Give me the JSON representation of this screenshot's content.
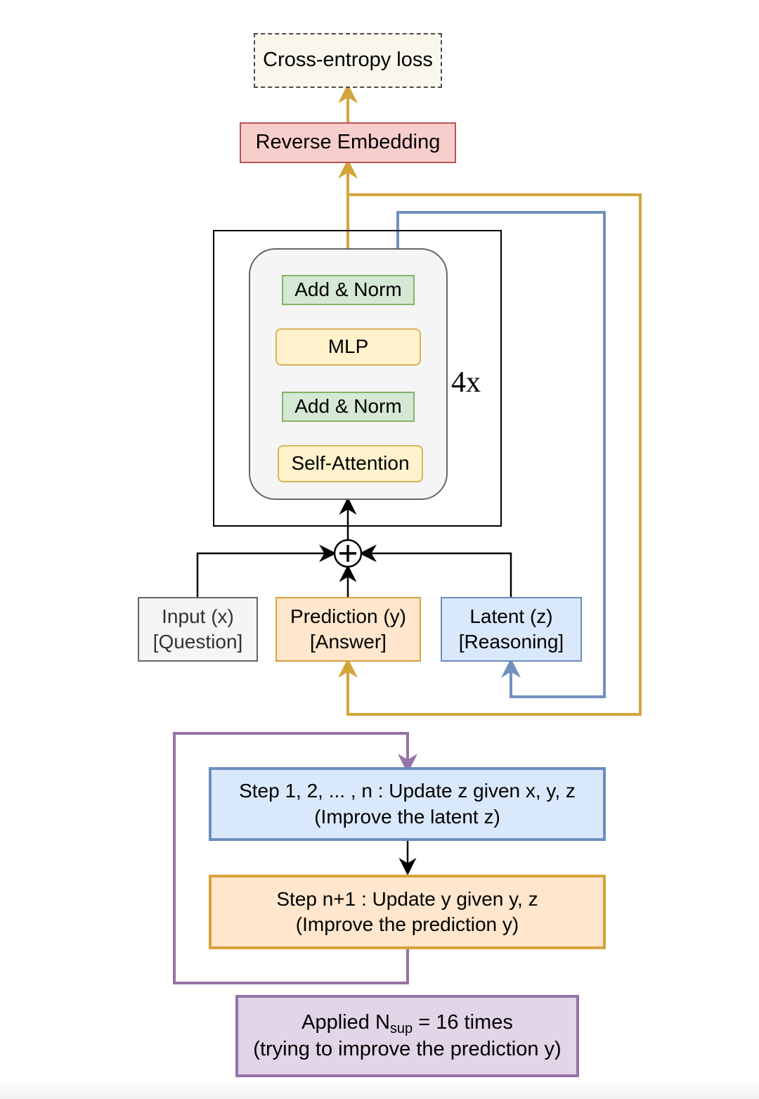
{
  "diagram": {
    "loss": "Cross-entropy loss",
    "reverse_embedding": "Reverse Embedding",
    "block": {
      "layers_top_to_bottom": [
        "Add & Norm",
        "MLP",
        "Add & Norm",
        "Self-Attention"
      ],
      "repeat_label": "4x"
    },
    "sum_symbol": "+",
    "inputs": [
      {
        "line1": "Input (x)",
        "line2": "[Question]"
      },
      {
        "line1": "Prediction (y)",
        "line2": "[Answer]"
      },
      {
        "line1": "Latent (z)",
        "line2": "[Reasoning]"
      }
    ],
    "steps": [
      {
        "line1": "Step 1, 2, ... , n : Update z given x, y, z",
        "line2": "(Improve the latent z)"
      },
      {
        "line1": "Step n+1 : Update y given y, z",
        "line2": "(Improve the prediction y)"
      }
    ],
    "applied": {
      "prefix": "Applied N",
      "subscript": "sup",
      "suffix": " = 16 times",
      "line2": "(trying to improve the prediction y)"
    },
    "colors": {
      "gold_arrow": "#d4a43a",
      "blue_arrow": "#7090c0",
      "purple_arrow": "#9673a6",
      "black_arrow": "#000000"
    }
  }
}
